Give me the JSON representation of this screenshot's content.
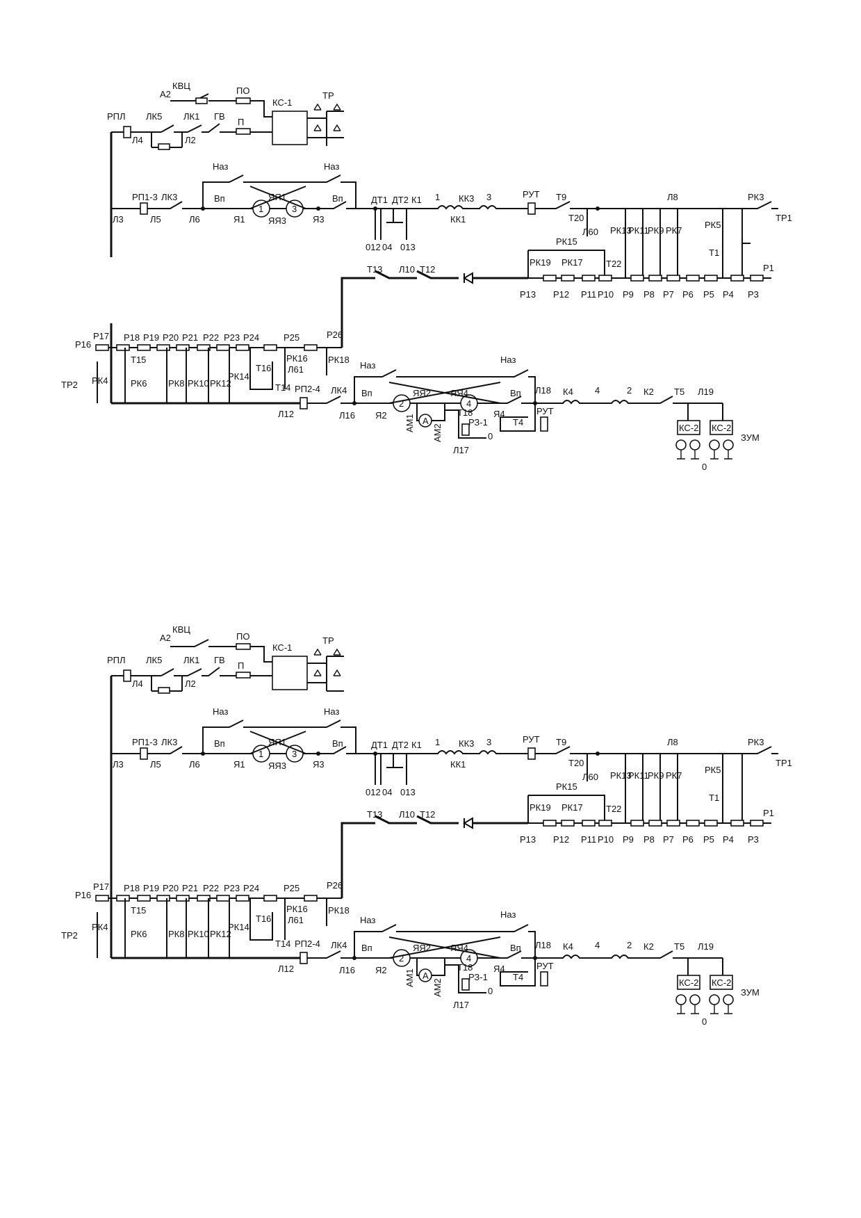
{
  "schematic": {
    "labels": {
      "a2": "A2",
      "kvts": "КВЦ",
      "po": "ПО",
      "ks1": "КС-1",
      "tr": "ТР",
      "rpl": "РПЛ",
      "lk5": "ЛК5",
      "lk1": "ЛК1",
      "gv": "ГВ",
      "p": "П",
      "l4": "Л4",
      "l2": "Л2",
      "naz1": "Наз",
      "naz2": "Наз",
      "l3": "Л3",
      "rp13": "РП1-3",
      "l5": "Л5",
      "lk3": "ЛК3",
      "l6": "Л6",
      "vp1": "Вп",
      "ya1": "Я1",
      "yaya1": "ЯЯ1",
      "yaya3": "ЯЯ3",
      "ya3": "Я3",
      "vp2": "Вп",
      "m1": "1",
      "m3": "3",
      "dt1": "ДТ1",
      "dt2": "ДТ2",
      "k1": "К1",
      "n1": "1",
      "kk3": "КК3",
      "n3": "3",
      "kk1": "КК1",
      "t012": "012",
      "t04": "04",
      "t013": "013",
      "rut1": "РУТ",
      "t9": "Т9",
      "l8": "Л8",
      "rk3": "РК3",
      "tr1": "ТР1",
      "t20": "Т20",
      "rk15": "РК15",
      "l60": "Л60",
      "rk13": "РК13",
      "rk11": "РК11",
      "rk9": "РК9",
      "rk7": "РК7",
      "rk5": "РК5",
      "t1": "Т1",
      "rk19": "РК19",
      "rk17": "РК17",
      "t22": "Т22",
      "p13": "Р13",
      "p12": "Р12",
      "p11": "Р11",
      "p10": "Р10",
      "p9": "Р9",
      "p8": "Р8",
      "p7": "Р7",
      "p6": "Р6",
      "p5": "Р5",
      "p4": "Р4",
      "p3": "Р3",
      "p1": "Р1",
      "t13": "Т13",
      "l10": "Л10",
      "t12": "Т12",
      "p16": "Р16",
      "p17": "Р17",
      "p18": "Р18",
      "p19": "Р19",
      "p20": "Р20",
      "p21": "Р21",
      "p22": "Р22",
      "p23": "Р23",
      "p24": "Р24",
      "p25": "Р25",
      "p26": "Р26",
      "t15": "Т15",
      "rk6": "РК6",
      "tr2": "ТР2",
      "rk4": "РК4",
      "rk8": "РК8",
      "rk10": "РК10",
      "rk12": "РК12",
      "rk14": "РК14",
      "t16": "Т16",
      "rk16": "РК16",
      "l61": "Л61",
      "t14": "Т14",
      "rk18": "РК18",
      "rp24": "РП2-4",
      "lk4": "ЛК4",
      "l12": "Л12",
      "naz3": "Наз",
      "naz4": "Наз",
      "vp3": "Вп",
      "vp4": "Вп",
      "l16": "Л16",
      "ya2": "Я2",
      "yaya2": "ЯЯ2",
      "yaya4": "ЯЯ4",
      "ya4": "Я4",
      "m2": "2",
      "m4": "4",
      "amA": "A",
      "am1": "АМ1",
      "am2": "АМ2",
      "t18": "Т18",
      "rz1": "РЗ-1",
      "l17": "Л17",
      "zero1": "0",
      "l18": "Л18",
      "t4": "Т4",
      "rut2": "РУТ",
      "k4": "К4",
      "n4": "4",
      "n2": "2",
      "k2": "К2",
      "t5": "Т5",
      "l19": "Л19",
      "ks2a": "КС-2",
      "ks2b": "КС-2",
      "zum": "ЗУМ",
      "zero2": "0"
    }
  }
}
